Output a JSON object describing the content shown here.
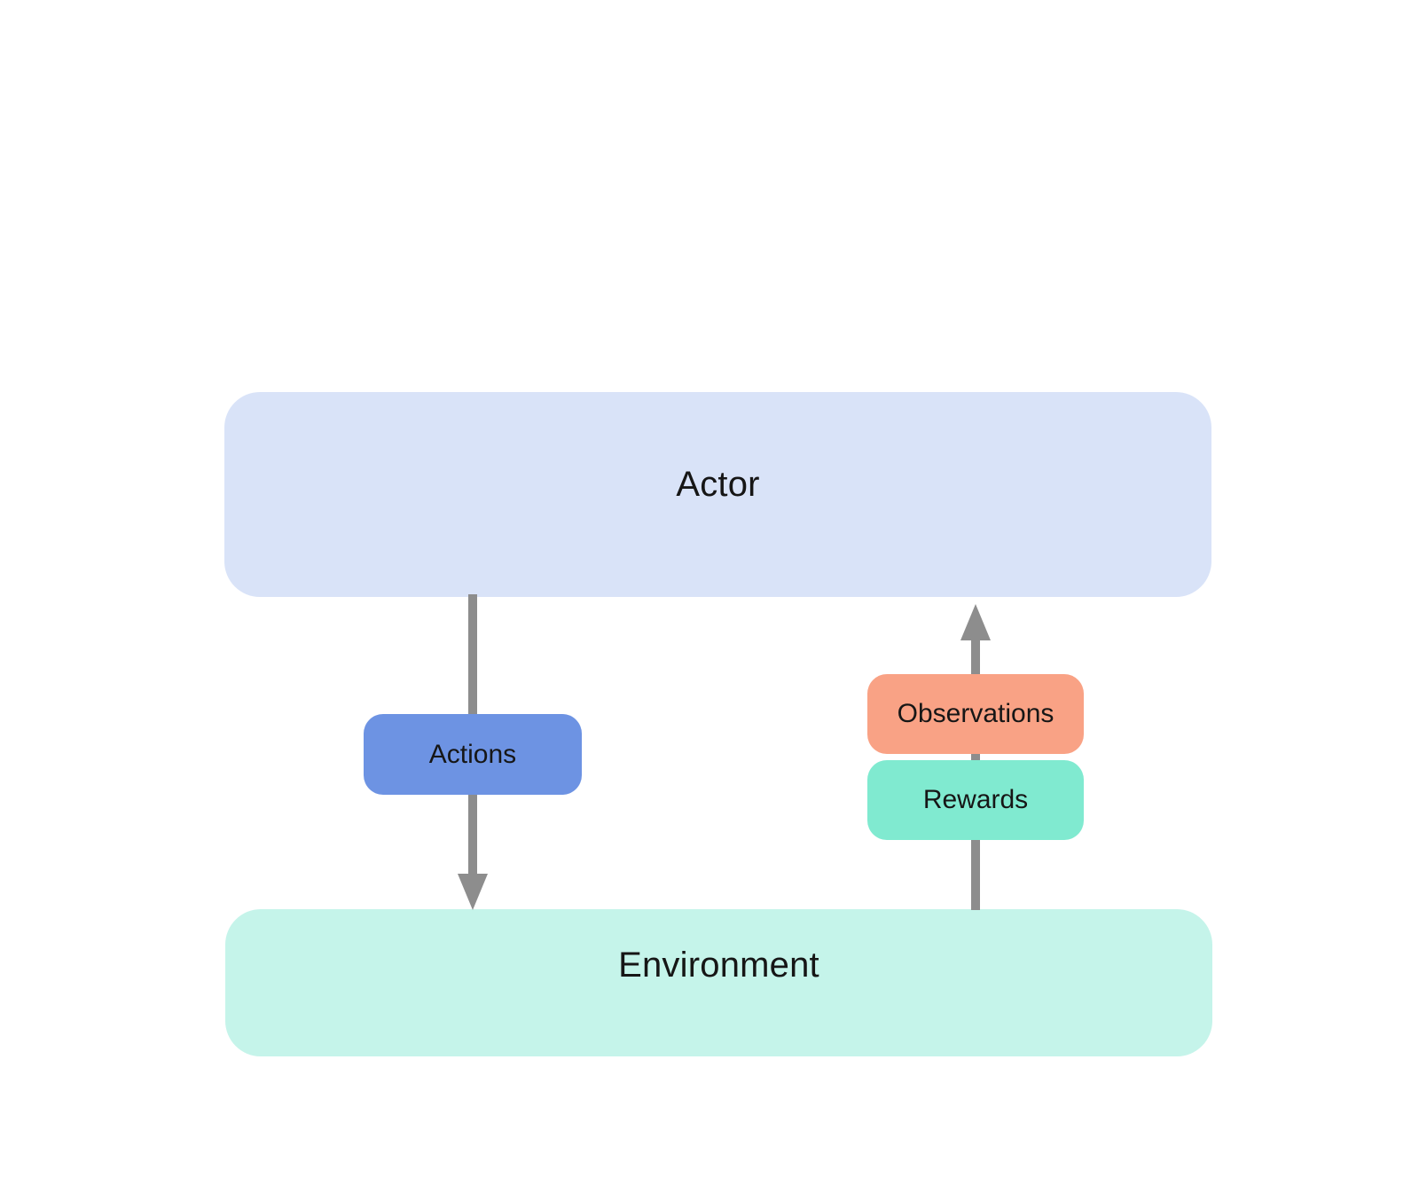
{
  "diagram": {
    "background": "#ffffff",
    "arrow_color": "#8d8d8d",
    "text_color": "#161616",
    "nodes": {
      "actor": {
        "label": "Actor",
        "fill": "#d9e3f8"
      },
      "environment": {
        "label": "Environment",
        "fill": "#c5f4ea"
      },
      "actions": {
        "label": "Actions",
        "fill": "#6d93e3"
      },
      "observations": {
        "label": "Observations",
        "fill": "#f9a285"
      },
      "rewards": {
        "label": "Rewards",
        "fill": "#80ead0"
      }
    },
    "edges": [
      {
        "name": "actions-flow",
        "from": "Actor",
        "to": "Environment",
        "via": [
          "Actions"
        ],
        "direction": "down"
      },
      {
        "name": "feedback-flow",
        "from": "Environment",
        "to": "Actor",
        "via": [
          "Observations",
          "Rewards"
        ],
        "direction": "up"
      }
    ]
  }
}
